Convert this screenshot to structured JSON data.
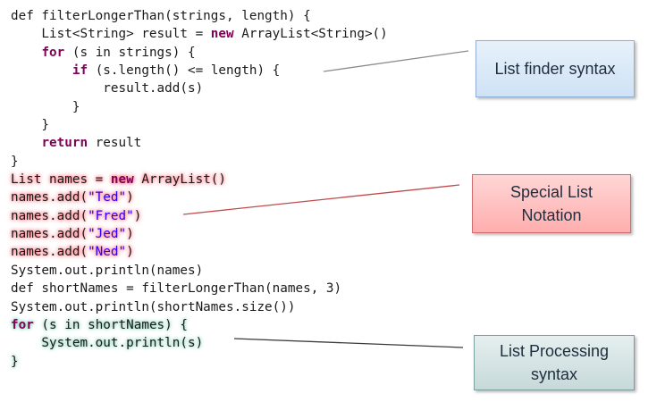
{
  "code": {
    "lines": [
      {
        "hl": "",
        "parts": [
          {
            "t": "def filterLongerThan(strings, length) {"
          }
        ]
      },
      {
        "hl": "",
        "parts": [
          {
            "t": "    List<String> result = "
          },
          {
            "t": "new",
            "c": "kw"
          },
          {
            "t": " ArrayList<String>()"
          }
        ]
      },
      {
        "hl": "",
        "parts": [
          {
            "t": "    "
          },
          {
            "t": "for",
            "c": "kw"
          },
          {
            "t": " (s in strings) {"
          }
        ]
      },
      {
        "hl": "",
        "parts": [
          {
            "t": "        "
          },
          {
            "t": "if",
            "c": "kw"
          },
          {
            "t": " (s.length() <= length) {"
          }
        ]
      },
      {
        "hl": "",
        "parts": [
          {
            "t": "            result.add(s)"
          }
        ]
      },
      {
        "hl": "",
        "parts": [
          {
            "t": "        }"
          }
        ]
      },
      {
        "hl": "",
        "parts": [
          {
            "t": "    }"
          }
        ]
      },
      {
        "hl": "",
        "parts": [
          {
            "t": "    "
          },
          {
            "t": "return",
            "c": "kw"
          },
          {
            "t": " result"
          }
        ]
      },
      {
        "hl": "",
        "parts": [
          {
            "t": "}"
          }
        ]
      },
      {
        "hl": "red",
        "parts": [
          {
            "t": "List names = "
          },
          {
            "t": "new",
            "c": "kw"
          },
          {
            "t": " ArrayList()"
          }
        ]
      },
      {
        "hl": "red",
        "parts": [
          {
            "t": "names.add("
          },
          {
            "t": "\"Ted\"",
            "c": "str"
          },
          {
            "t": ")"
          }
        ]
      },
      {
        "hl": "red",
        "parts": [
          {
            "t": "names.add("
          },
          {
            "t": "\"Fred\"",
            "c": "str"
          },
          {
            "t": ")"
          }
        ]
      },
      {
        "hl": "red",
        "parts": [
          {
            "t": "names.add("
          },
          {
            "t": "\"Jed\"",
            "c": "str"
          },
          {
            "t": ")"
          }
        ]
      },
      {
        "hl": "red",
        "parts": [
          {
            "t": "names.add("
          },
          {
            "t": "\"Ned\"",
            "c": "str"
          },
          {
            "t": ")"
          }
        ]
      },
      {
        "hl": "",
        "parts": [
          {
            "t": "System.out.println(names)"
          }
        ]
      },
      {
        "hl": "",
        "parts": [
          {
            "t": "def shortNames = filterLongerThan(names, 3)"
          }
        ]
      },
      {
        "hl": "",
        "parts": [
          {
            "t": "System.out.println(shortNames.size())"
          }
        ]
      },
      {
        "hl": "green",
        "parts": [
          {
            "t": "for",
            "c": "kw"
          },
          {
            "t": " (s in shortNames) {"
          }
        ]
      },
      {
        "hl": "green",
        "parts": [
          {
            "t": "    System.out.println(s)"
          }
        ]
      },
      {
        "hl": "green",
        "parts": [
          {
            "t": "}"
          }
        ]
      }
    ]
  },
  "callouts": {
    "finder": "List finder syntax",
    "special": "Special List\nNotation",
    "processing": "List Processing\nsyntax"
  },
  "colors": {
    "keyword": "#7f0055",
    "string": "#2a00ff",
    "highlight_red": "#ff7a85",
    "highlight_green": "#8ccfb8",
    "callout_blue": "#cfe2f5",
    "callout_red": "#ffaeae",
    "callout_teal": "#c6d9da"
  }
}
